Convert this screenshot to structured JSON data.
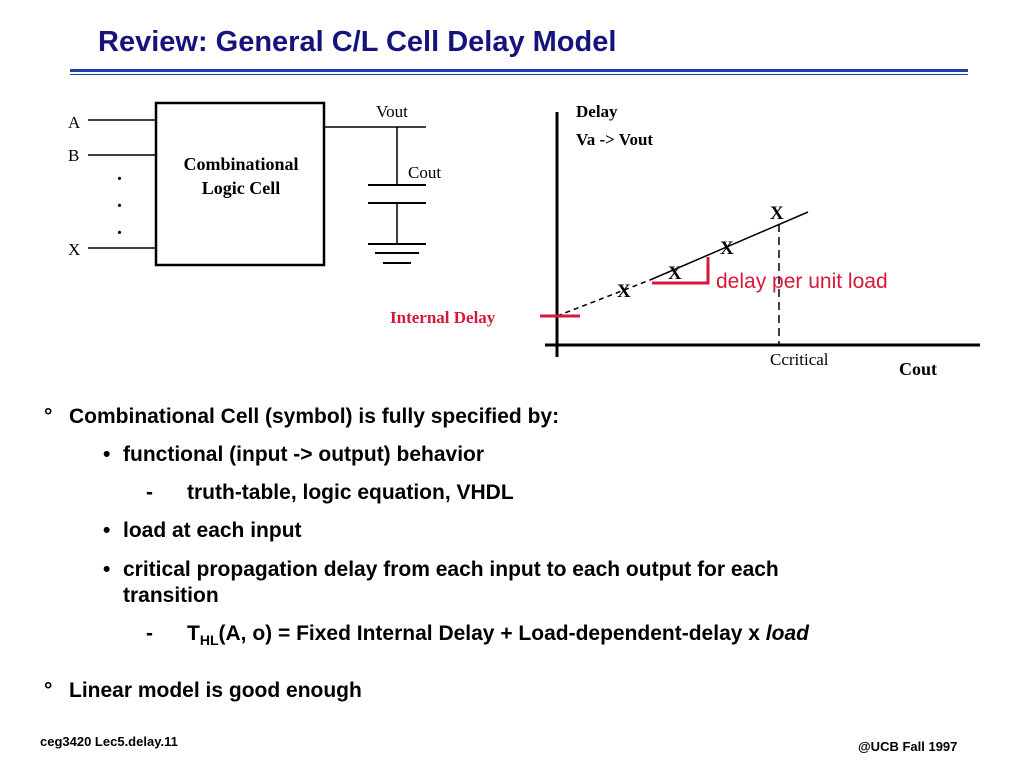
{
  "title": "Review: General C/L Cell Delay Model",
  "circuit": {
    "inputs": [
      "A",
      "B",
      "X"
    ],
    "dots": [
      ".",
      ".",
      "."
    ],
    "cell_label_line1": "Combinational",
    "cell_label_line2": "Logic Cell",
    "vout_label": "Vout",
    "cout_label": "Cout"
  },
  "graph": {
    "y_label_line1": "Delay",
    "y_label_line2": "Va -> Vout",
    "x_label": "Cout",
    "critical_label": "Ccritical",
    "internal_delay_label": "Internal Delay",
    "slope_label": "delay per unit load",
    "point_marker": "X"
  },
  "bullets": [
    {
      "level": 0,
      "marker": "°",
      "text": "Combinational Cell (symbol) is fully specified by:"
    },
    {
      "level": 1,
      "marker": "•",
      "text": "functional (input -> output) behavior"
    },
    {
      "level": 2,
      "marker": "-",
      "text": "truth-table, logic equation, VHDL"
    },
    {
      "level": 1,
      "marker": "•",
      "text": "load at each input"
    },
    {
      "level": 1,
      "marker": "•",
      "text_line1": "critical propagation delay from each input to each output for each",
      "text_line2": "transition"
    },
    {
      "level": 2,
      "marker": "-",
      "t": "T",
      "sub": "HL",
      "rest": "(A, o) = Fixed Internal Delay + Load-dependent-delay x ",
      "italic": "load"
    },
    {
      "level": 0,
      "marker": "°",
      "text": "Linear model is good enough"
    }
  ],
  "footer": {
    "left": "ceg3420 Lec5.delay.11",
    "right": "@UCB Fall 1997"
  }
}
